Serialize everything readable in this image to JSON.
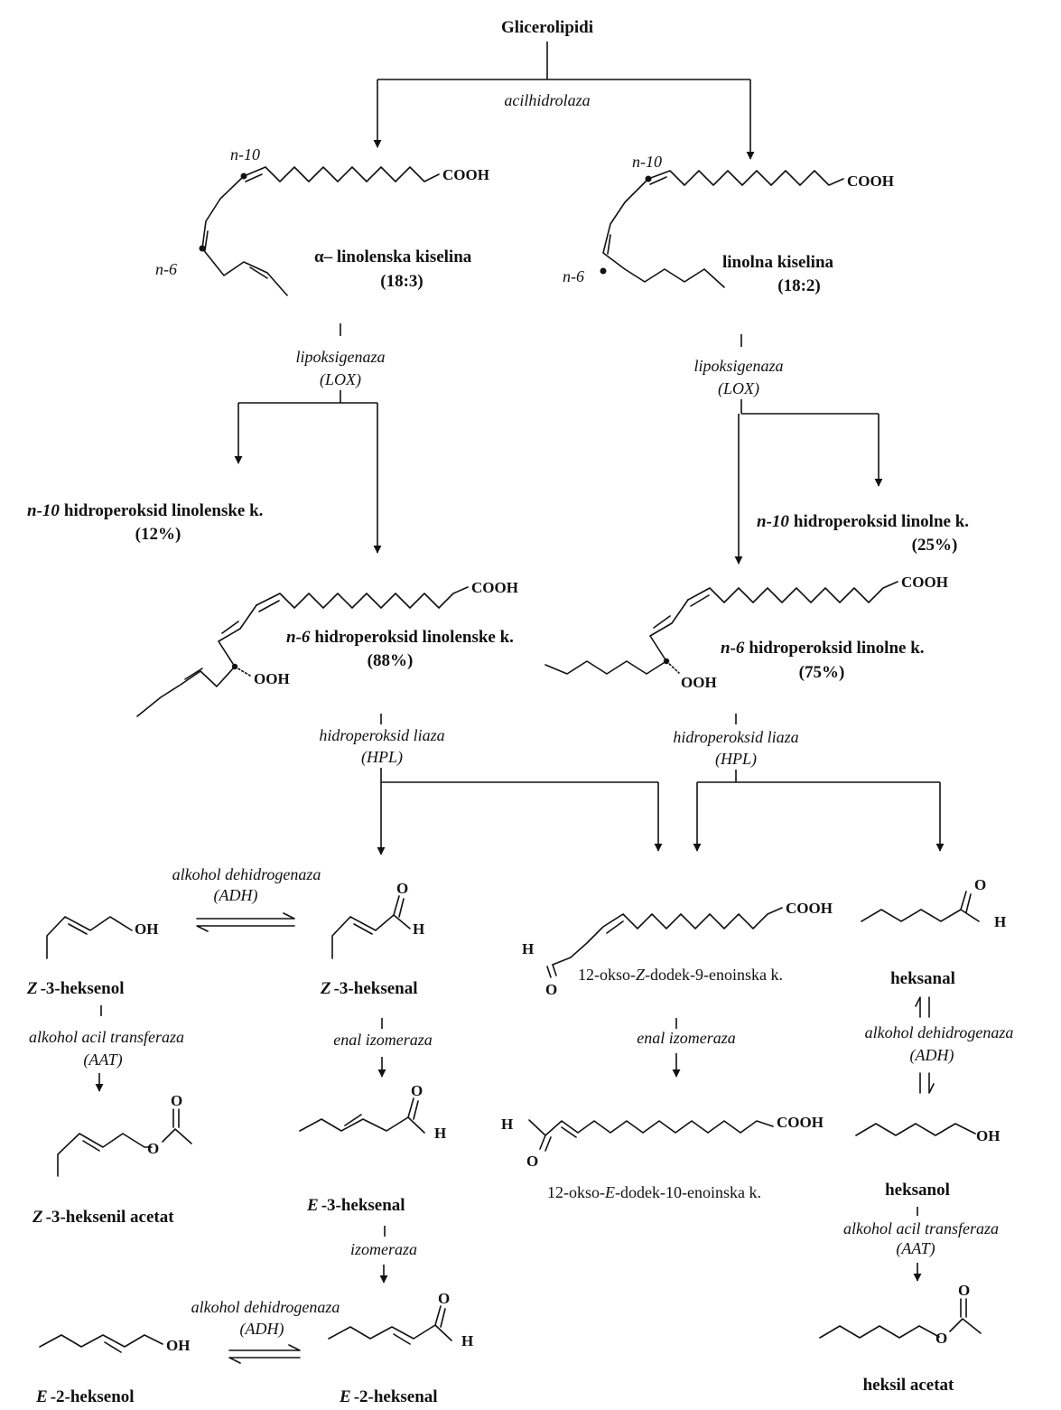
{
  "title": "Glicerolipidi",
  "enzymes": {
    "acilhidrolaza": "acilhidrolaza",
    "lox_name": "lipoksigenaza",
    "lox_abbr": "(LOX)",
    "hpl_name": "hidroperoksid liaza",
    "hpl_abbr": "(HPL)",
    "adh_name": "alkohol dehidrogenaza",
    "adh_abbr": "(ADH)",
    "aat_name": "alkohol acil transferaza",
    "aat_abbr": "(AAT)",
    "enal_izomeraza": "enal izomeraza",
    "izomeraza": "izomeraza"
  },
  "positions": {
    "n10": "n-10",
    "n6": "n-6"
  },
  "compounds": {
    "alpha_linolenic_name": "α– linolenska kiselina",
    "alpha_linolenic_code": "(18:3)",
    "linoleic_name": "linolna kiselina",
    "linoleic_code": "(18:2)",
    "n10_linolenic_prefix": "n-10",
    "n10_linolenic_name": "hidroperoksid linolenske k.",
    "n10_linolenic_pct": "(12%)",
    "n6_linolenic_prefix": "n-6",
    "n6_linolenic_name": "hidroperoksid linolenske k.",
    "n6_linolenic_pct": "(88%)",
    "n10_linoleic_prefix": "n-10",
    "n10_linoleic_name": "hidroperoksid linolne k.",
    "n10_linoleic_pct": "(25%)",
    "n6_linoleic_prefix": "n-6",
    "n6_linoleic_name": "hidroperoksid linolne k.",
    "n6_linoleic_pct": "(75%)",
    "z3_hexenol_prefix": "Z",
    "z3_hexenol_name": "-3-heksenol",
    "z3_hexenal_prefix": "Z",
    "z3_hexenal_name": "-3-heksenal",
    "z_dodecenoic_a": "12-okso-",
    "z_dodecenoic_b": "Z",
    "z_dodecenoic_c": "-dodek-9-enoinska k.",
    "hexanal": "heksanal",
    "z3_hexenyl_acetate_prefix": "Z",
    "z3_hexenyl_acetate_name": "-3-heksenil acetat",
    "e3_hexenal_prefix": "E",
    "e3_hexenal_name": "-3-heksenal",
    "e_dodecenoic_a": "12-okso-",
    "e_dodecenoic_b": "E",
    "e_dodecenoic_c": "-dodek-10-enoinska k.",
    "hexanol": "heksanol",
    "e2_hexenol_prefix": "E",
    "e2_hexenol_name": "-2-heksenol",
    "e2_hexenal_prefix": "E",
    "e2_hexenal_name": "-2-heksenal",
    "hexyl_acetate": "heksil acetat"
  },
  "atoms": {
    "cooh": "COOH",
    "ooh": "OOH",
    "oh": "OH",
    "o": "O",
    "h": "H"
  }
}
